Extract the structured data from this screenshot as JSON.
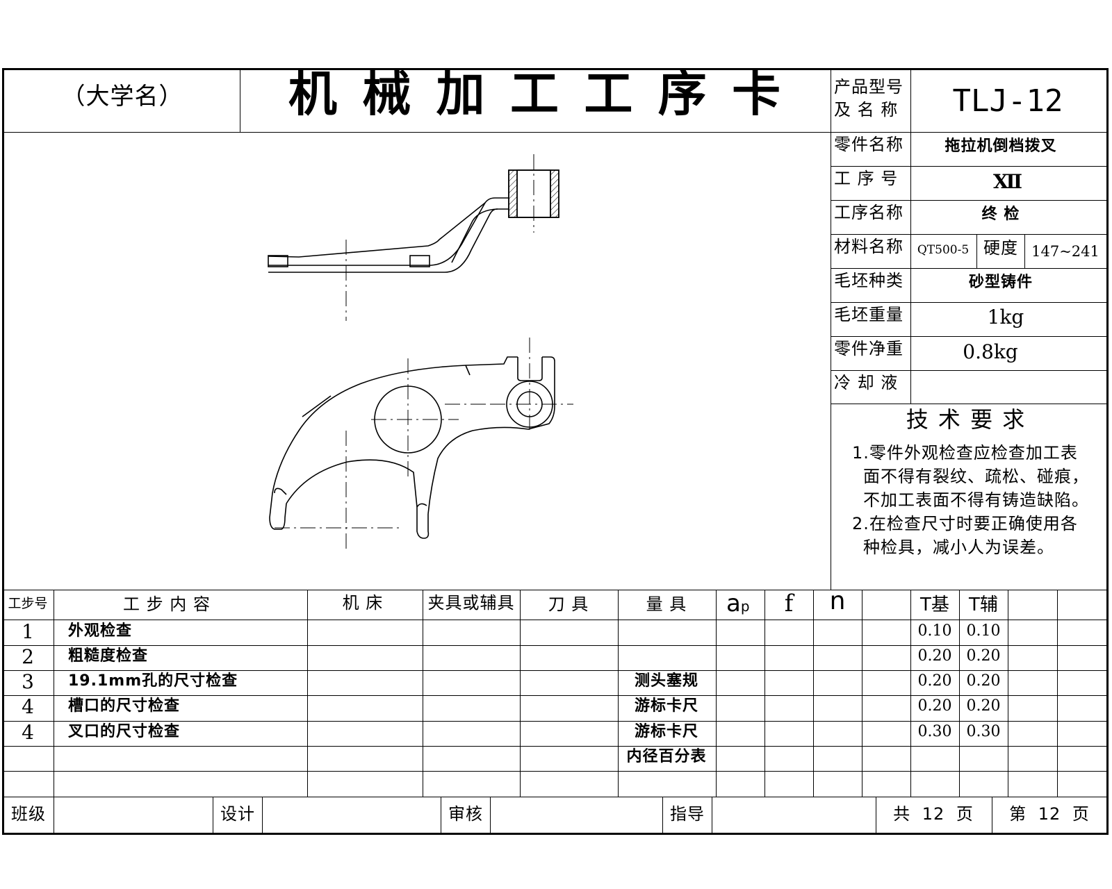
{
  "header": {
    "university": "（大学名）",
    "title": "机 械 加 工 工 序 卡",
    "model_label_1": "产品型号",
    "model_label_2": "及 名 称",
    "model_value": "TLJ-12"
  },
  "info": {
    "part_name_label": "零件名称",
    "part_name_value": "拖拉机倒档拨叉",
    "process_no_label": "工 序 号",
    "process_no_value": "Ⅻ",
    "process_name_label": "工序名称",
    "process_name_value": "终 检",
    "material_label": "材料名称",
    "material_value": "QT500-5",
    "hardness_label": "硬度",
    "hardness_value": "147~241",
    "blank_type_label": "毛坯种类",
    "blank_type_value": "砂型铸件",
    "blank_weight_label": "毛坯重量",
    "blank_weight_value": "1kg",
    "net_weight_label": "零件净重",
    "net_weight_value": "0.8kg",
    "coolant_label": "冷 却 液",
    "coolant_value": ""
  },
  "requirements": {
    "title": "技 术 要 求",
    "lines": [
      "1.零件外观检查应检查加工表",
      "面不得有裂纹、疏松、碰痕，",
      "不加工表面不得有铸造缺陷。",
      "2.在检查尺寸时要正确使用各",
      "种检具，减小人为误差。"
    ]
  },
  "table": {
    "headers": {
      "step_no": "工步号",
      "content": "工  步  内  容",
      "machine": "机  床",
      "fixture": "夹具或辅具",
      "tool": "刀  具",
      "gauge": "量  具",
      "ap_main": "a",
      "ap_sub": "p",
      "f": "f",
      "n": "n",
      "t_base": "T基",
      "t_aux": "T辅"
    },
    "rows": [
      {
        "no": "1",
        "content": "外观检查",
        "gauge": "",
        "t_base": "0.10",
        "t_aux": "0.10"
      },
      {
        "no": "2",
        "content": "粗糙度检查",
        "gauge": "",
        "t_base": "0.20",
        "t_aux": "0.20"
      },
      {
        "no": "3",
        "content": "19.1mm孔的尺寸检查",
        "gauge": "测头塞规",
        "t_base": "0.20",
        "t_aux": "0.20"
      },
      {
        "no": "4",
        "content": "槽口的尺寸检查",
        "gauge": "游标卡尺",
        "t_base": "0.20",
        "t_aux": "0.20"
      },
      {
        "no": "4",
        "content": "叉口的尺寸检查",
        "gauge": "游标卡尺",
        "t_base": "0.30",
        "t_aux": "0.30"
      },
      {
        "no": "",
        "content": "",
        "gauge": "内径百分表",
        "t_base": "",
        "t_aux": ""
      },
      {
        "no": "",
        "content": "",
        "gauge": "",
        "t_base": "",
        "t_aux": ""
      }
    ]
  },
  "footer": {
    "class_label": "班级",
    "design_label": "设计",
    "review_label": "审核",
    "guide_label": "指导",
    "total_pages": "共 12 页",
    "page_no": "第 12 页"
  }
}
